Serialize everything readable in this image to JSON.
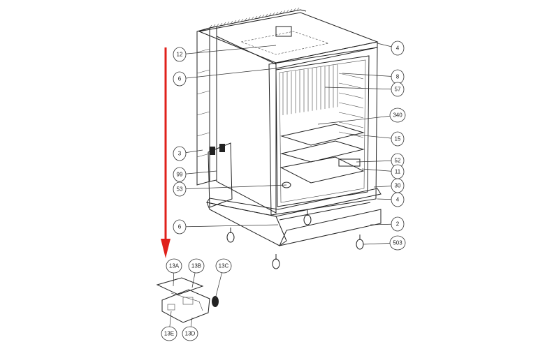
{
  "diagram": {
    "arrow_color": "#e0201b",
    "callouts_left": [
      {
        "label": "12"
      },
      {
        "label": "6"
      },
      {
        "label": "3"
      },
      {
        "label": "99"
      },
      {
        "label": "53"
      },
      {
        "label": "6"
      }
    ],
    "callouts_right": [
      {
        "label": "4"
      },
      {
        "label": "8"
      },
      {
        "label": "57"
      },
      {
        "label": "340"
      },
      {
        "label": "15"
      },
      {
        "label": "52"
      },
      {
        "label": "11"
      },
      {
        "label": "30"
      },
      {
        "label": "4"
      },
      {
        "label": "2"
      },
      {
        "label": "503"
      }
    ],
    "callouts_bottom": [
      {
        "label": "13A"
      },
      {
        "label": "13B"
      },
      {
        "label": "13C"
      },
      {
        "label": "13E"
      },
      {
        "label": "13D"
      }
    ]
  }
}
